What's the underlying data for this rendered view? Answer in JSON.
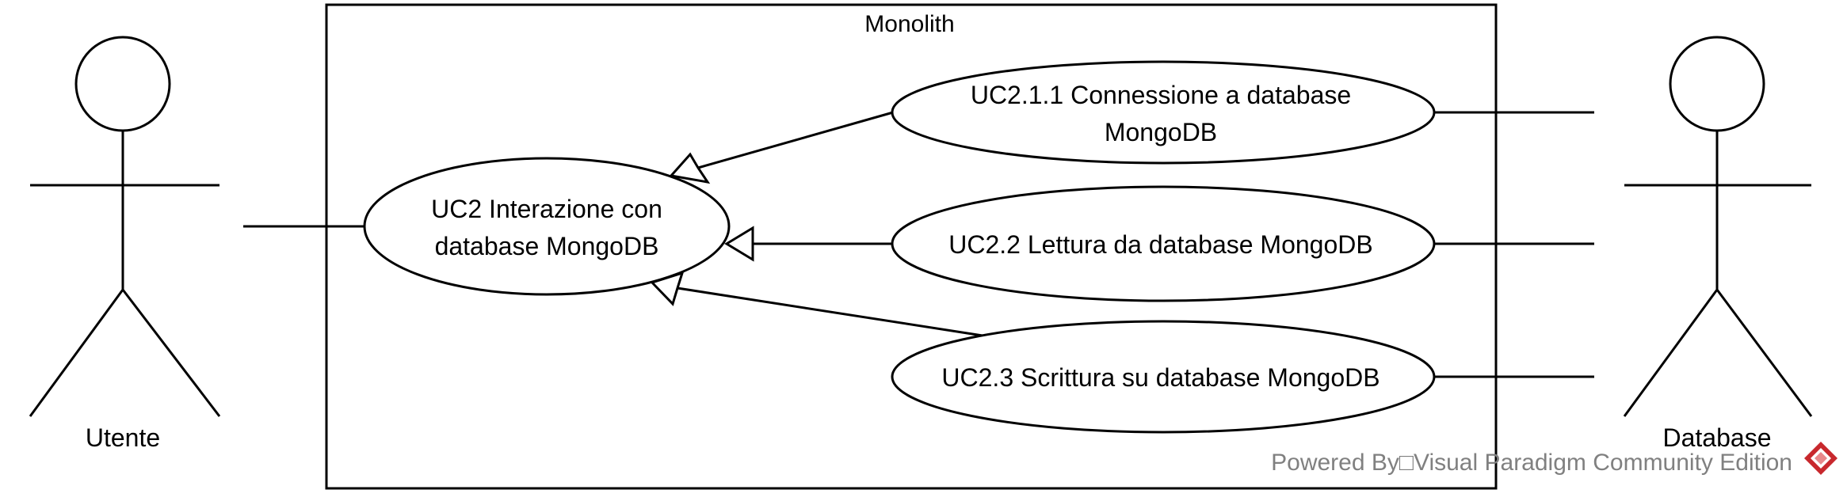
{
  "system_boundary": {
    "label": "Monolith"
  },
  "actors": [
    {
      "id": "utente",
      "label": "Utente"
    },
    {
      "id": "database",
      "label": "Database"
    }
  ],
  "use_cases": {
    "uc2": {
      "lines": [
        "UC2 Interazione con",
        "database MongoDB"
      ]
    },
    "uc2_1_1": {
      "lines": [
        "UC2.1.1 Connessione a database",
        "MongoDB"
      ]
    },
    "uc2_2": {
      "lines": [
        "UC2.2 Lettura da database MongoDB"
      ]
    },
    "uc2_3": {
      "lines": [
        "UC2.3 Scrittura su database MongoDB"
      ]
    }
  },
  "relations": [
    {
      "type": "association",
      "from": "utente",
      "to": "uc2"
    },
    {
      "type": "association",
      "from": "database",
      "to": "uc2_1_1"
    },
    {
      "type": "association",
      "from": "database",
      "to": "uc2_2"
    },
    {
      "type": "association",
      "from": "database",
      "to": "uc2_3"
    },
    {
      "type": "generalization",
      "from": "uc2_1_1",
      "to": "uc2"
    },
    {
      "type": "generalization",
      "from": "uc2_2",
      "to": "uc2"
    },
    {
      "type": "generalization",
      "from": "uc2_3",
      "to": "uc2"
    }
  ],
  "watermark": {
    "text": "Powered By□Visual Paradigm Community Edition",
    "logo_icon": "visual-paradigm-logo-icon",
    "logo_color": "#c8282d"
  }
}
